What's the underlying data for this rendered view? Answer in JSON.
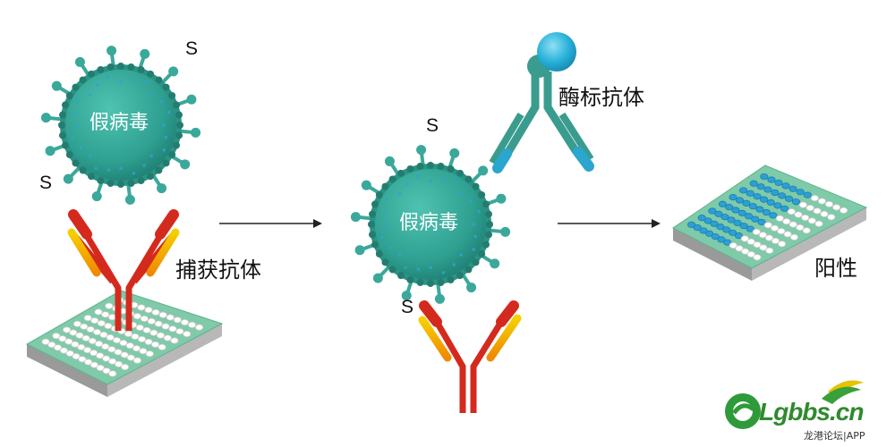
{
  "labels": {
    "pseudovirus_1": "假病毒",
    "pseudovirus_2": "假病毒",
    "s_protein_1": "S",
    "s_protein_2": "S",
    "s_protein_3": "S",
    "s_protein_4": "S",
    "capture_antibody": "捕获抗体",
    "enzyme_antibody": "酶标抗体",
    "positive": "阳性"
  },
  "watermark": {
    "brand": "Lgbbs.cn",
    "subtitle": "龙港论坛|APP"
  },
  "colors": {
    "virus": "#2e9f90",
    "virus_spike": "#3aa89a",
    "capture_antibody_stem": "#d42a1e",
    "capture_antibody_tip": "#f5b400",
    "enzyme_antibody": "#3a9c8e",
    "enzyme_antibody_tip": "#2aa6cf",
    "enzyme_bead": "#26b0d8",
    "plate_well": "#ffffff",
    "positive_well": "#2c9fd6",
    "plate_frame": "#7fcaa8"
  }
}
